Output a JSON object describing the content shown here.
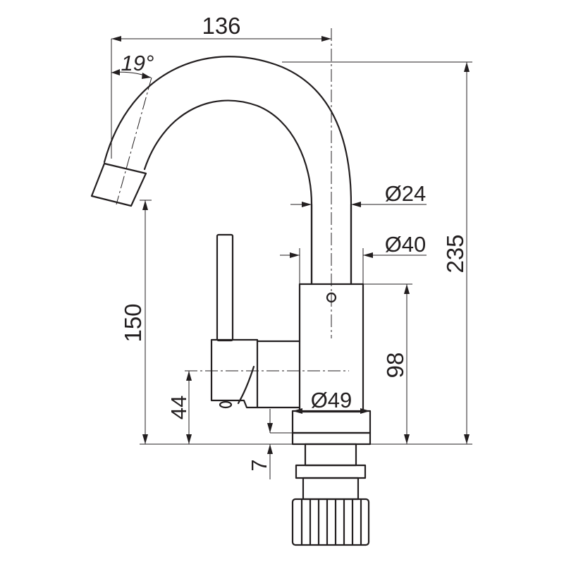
{
  "drawing": {
    "subject": "basin mixer faucet with swivel spout",
    "units": "mm"
  },
  "dimensions": {
    "spout_reach": "136",
    "spout_angle": "19°",
    "total_height": "235",
    "spout_outlet_height": "150",
    "body_height": "98",
    "lever_axis_height": "44",
    "base_ring_height": "7",
    "spout_tube_diameter": "Ø24",
    "body_top_diameter": "Ø40",
    "base_diameter": "Ø49"
  }
}
